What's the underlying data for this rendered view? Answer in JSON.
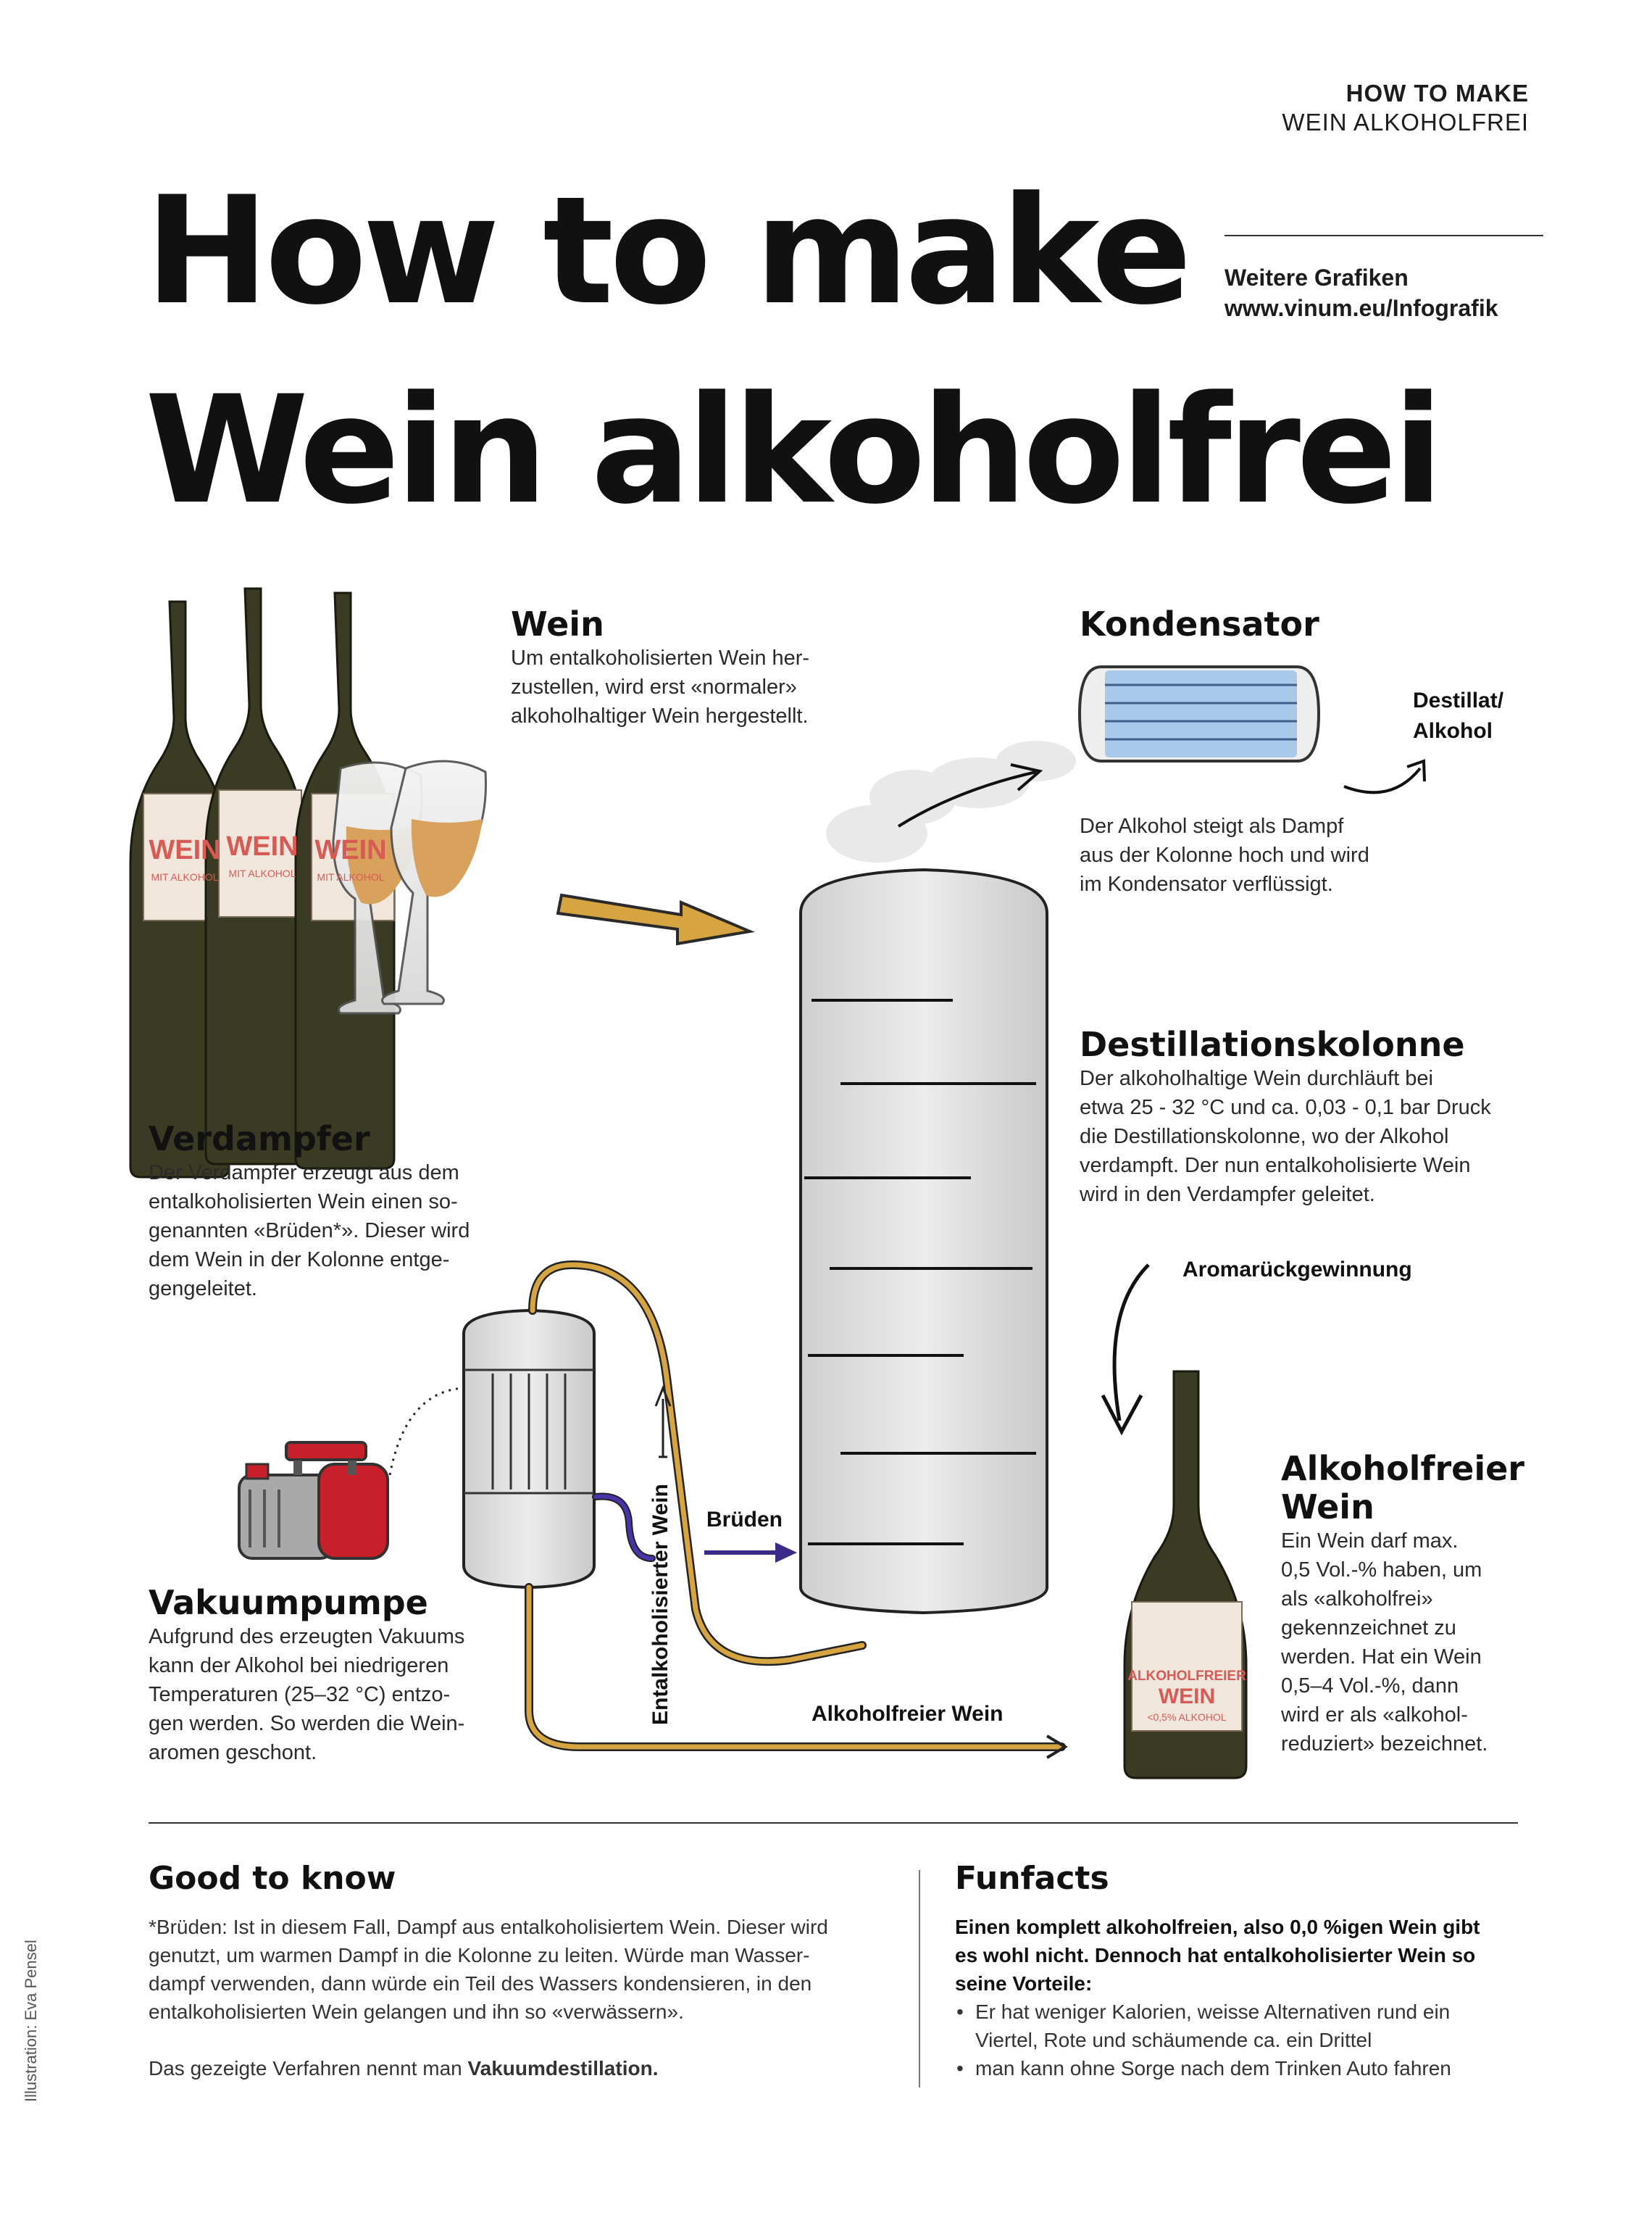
{
  "header": {
    "kicker_line1": "HOW TO MAKE",
    "kicker_line2": "WEIN ALKOHOLFREI",
    "title_line1": "How to make",
    "title_line2": "Wein alkoholfrei",
    "more_line1": "Weitere Grafiken",
    "more_line2": "www.vinum.eu/Infografik"
  },
  "wein": {
    "heading": "Wein",
    "lines": [
      "Um entalkoholisierten Wein her-",
      "zustellen, wird erst «normaler»",
      "alkoholhaltiger Wein hergestellt."
    ],
    "bottle_label": "WEIN",
    "bottle_sublabel": "MIT ALKOHOL"
  },
  "kondensator": {
    "heading": "Kondensator",
    "distillate_line1": "Destillat/",
    "distillate_line2": "Alkohol",
    "lines": [
      "Der Alkohol steigt als Dampf",
      "aus der Kolonne hoch und wird",
      "im Kondensator verflüssigt."
    ]
  },
  "kolonne": {
    "heading": "Destillationskolonne",
    "lines": [
      "Der alkoholhaltige Wein durchläuft bei",
      "etwa 25 - 32 °C und ca. 0,03 - 0,1 bar Druck",
      "die Destillationskolonne, wo der Alkohol",
      "verdampft. Der nun entalkoholisierte Wein",
      "wird in den Verdampfer geleitet."
    ]
  },
  "verdampfer": {
    "heading": "Verdampfer",
    "lines": [
      "Der Verdampfer erzeugt aus dem",
      "entalkoholisierten Wein einen so-",
      "genannten «Brüden*». Dieser wird",
      "dem Wein in der Kolonne entge-",
      "gengeleitet."
    ]
  },
  "vakuumpumpe": {
    "heading": "Vakuumpumpe",
    "lines": [
      "Aufgrund des erzeugten Vakuums",
      "kann der Alkohol bei niedrigeren",
      "Temperaturen (25–32 °C) entzo-",
      "gen werden. So werden die Wein-",
      "aromen geschont."
    ]
  },
  "flow_labels": {
    "aroma": "Aromarückgewinnung",
    "bruden": "Brüden",
    "entalk": "Entalkoholisierter Wein",
    "alkoholfrei": "Alkoholfreier Wein"
  },
  "alkoholfreier_wein": {
    "heading_line1": "Alkoholfreier",
    "heading_line2": "Wein",
    "lines": [
      "Ein Wein darf max.",
      "0,5 Vol.-% haben, um",
      "als «alkoholfrei»",
      "gekennzeichnet zu",
      "werden. Hat ein Wein",
      "0,5–4 Vol.-%, dann",
      "wird er als «alkohol-",
      "reduziert» bezeichnet."
    ],
    "bottle_label_line1": "ALKOHOLFREIER",
    "bottle_label_line2": "WEIN",
    "bottle_sublabel": "<0,5% ALKOHOL"
  },
  "good_to_know": {
    "heading": "Good to know",
    "lines": [
      "*Brüden: Ist in diesem Fall, Dampf aus entalkoholisiertem Wein. Dieser wird",
      "genutzt, um warmen Dampf in die Kolonne zu leiten. Würde man Wasser-",
      "dampf verwenden, dann würde ein Teil des Wassers kondensieren, in den",
      "entalkoholisierten Wein gelangen und ihn so «verwässern»."
    ],
    "closing_prefix": "Das gezeigte Verfahren nennt man ",
    "closing_bold": "Vakuumdestillation."
  },
  "funfacts": {
    "heading": "Funfacts",
    "bold_lines": [
      "Einen komplett alkoholfreien, also 0,0 %igen Wein gibt",
      "es wohl nicht. Dennoch hat entalkoholisierter Wein so",
      "seine Vorteile:"
    ],
    "item1_line1": "Er hat weniger Kalorien, weisse Alternativen rund ein",
    "item1_line2": "Viertel, Rote und schäumende ca. ein Drittel",
    "item2": "man kann ohne Sorge nach dem Trinken Auto fahren"
  },
  "credit": "Illustration: Eva Pensel",
  "colors": {
    "bottle": "#3b3a22",
    "label": "#f1e6dc",
    "label_text": "#d85a55",
    "column": "#e4e4e4",
    "condenser": "#a9c8ea",
    "arrow_gold": "#d6a440",
    "bruden_arrow": "#3b2a8a",
    "pump_red": "#c8202a"
  }
}
